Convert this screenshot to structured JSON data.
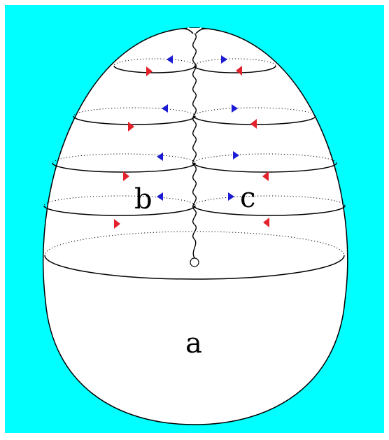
{
  "colors": {
    "background": "#00ffff",
    "border": "#ffffff",
    "egg_fill": "#ffffff",
    "outline": "#000000",
    "dotted_line": "#000000",
    "arrow_red": "#e3212a",
    "arrow_blue": "#1b1bd3"
  },
  "labels": {
    "a": "a",
    "b": "b",
    "c": "c"
  },
  "icons": {
    "blue_arrow": "triangle-arrow",
    "red_arrow": "triangle-arrow"
  }
}
